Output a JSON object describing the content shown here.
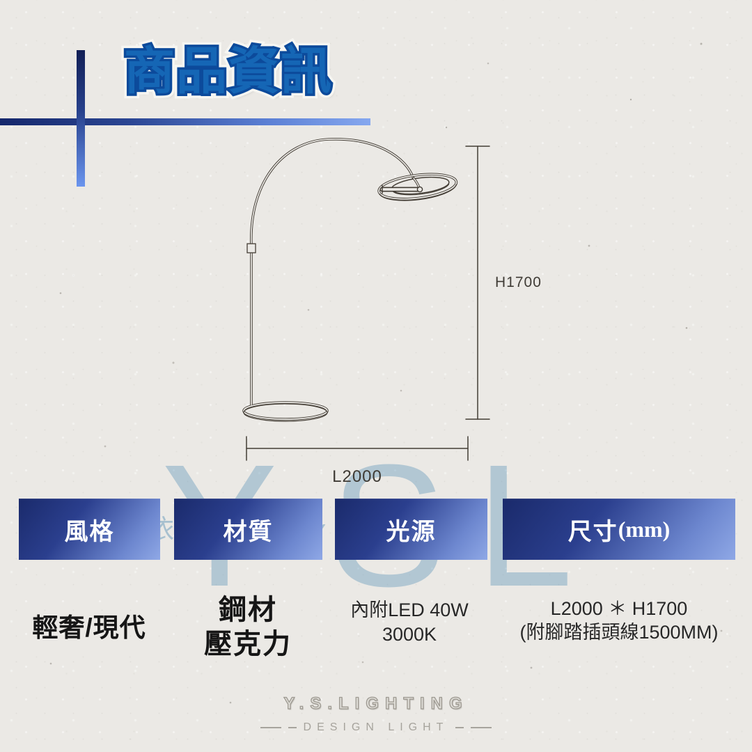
{
  "page": {
    "title": "商品資訊"
  },
  "diagram": {
    "height_label": "H1700",
    "length_label": "L2000"
  },
  "watermark": {
    "letter_y": "Y",
    "letter_s": "S",
    "letter_l": "L",
    "small_left": "依",
    "small_right": "Y"
  },
  "spec_table": {
    "columns": [
      {
        "header": "風格",
        "header_suffix": "",
        "values": [
          "輕奢/現代"
        ]
      },
      {
        "header": "材質",
        "header_suffix": "",
        "values": [
          "鋼材",
          "壓克力"
        ]
      },
      {
        "header": "光源",
        "header_suffix": "",
        "values": [
          "內附LED 40W",
          "3000K"
        ]
      },
      {
        "header": "尺寸",
        "header_suffix": "(mm)",
        "values": [
          "L2000 ＊ H1700",
          "(附腳踏插頭線1500MM)"
        ]
      }
    ]
  },
  "footer": {
    "brand": "Y.S.LIGHTING",
    "tagline": "DESIGN LIGHT"
  },
  "colors": {
    "paper": "#ebe9e5",
    "accent_dark": "#16286e",
    "accent_light": "#86a8ef",
    "title_fill": "#1566b5",
    "title_outline": "#0c4a9b",
    "watermark_blue": "#6498ba",
    "line_ink": "#433d35",
    "header_text": "#ffffff",
    "value_text": "#161616"
  }
}
